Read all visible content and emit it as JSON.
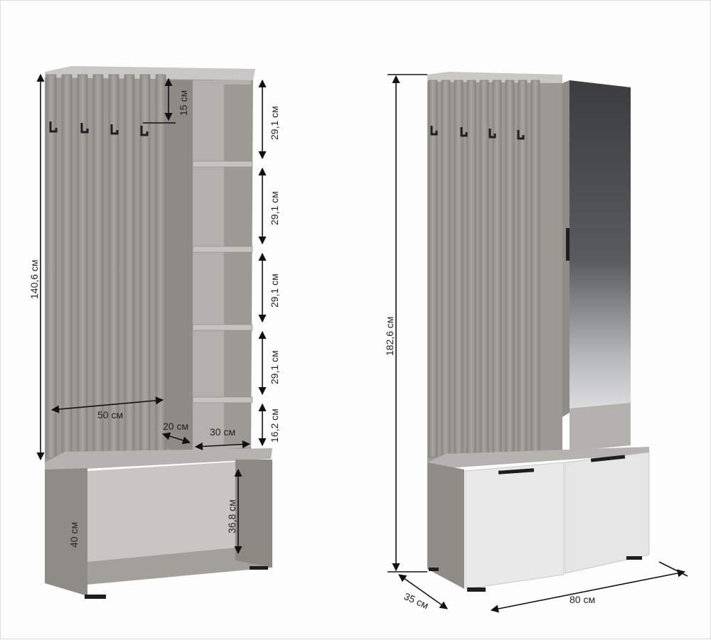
{
  "dimensions_left": {
    "hook_height": "15 см",
    "shelf_1": "29,1 см",
    "shelf_2": "29,1 см",
    "shelf_3": "29,1 см",
    "shelf_4": "29,1 см",
    "shelf_bottom": "16,2 см",
    "upper_height": "140,6 см",
    "panel_width": "50 см",
    "side_depth": "20 см",
    "shelf_width": "30 см",
    "bench_inner_height": "36,8 см",
    "bench_height": "40 см"
  },
  "dimensions_right": {
    "total_height": "182,6 см",
    "depth": "35 см",
    "width": "80 см"
  },
  "colors": {
    "wood_light": "#a7a49f",
    "wood_mid": "#8f8c88",
    "wood_dark": "#6f6c69",
    "inner": "#b9b7b4",
    "door_white": "#e9e9ea",
    "mirror_dark": "#4c4d50",
    "metal": "#1e1e1e"
  }
}
